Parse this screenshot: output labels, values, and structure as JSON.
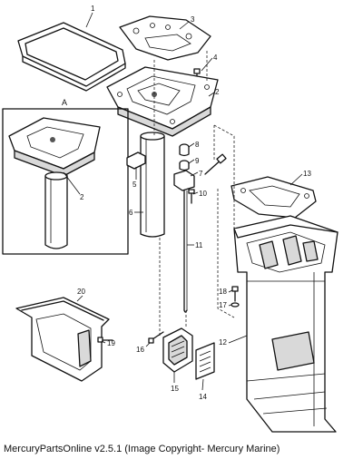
{
  "labels": {
    "l1": "1",
    "l2a": "2",
    "l2b": "2",
    "l3": "3",
    "l4": "4",
    "l5": "5",
    "l6": "6",
    "l7": "7",
    "l8": "8",
    "l9": "9",
    "l10": "10",
    "l11": "11",
    "l12": "12",
    "l13": "13",
    "l14": "14",
    "l15": "15",
    "l16": "16",
    "l17": "17",
    "l18": "18",
    "l19": "19",
    "l20": "20",
    "lA": "A"
  },
  "caption": "MercuryPartsOnline v2.5.1 (Image Copyright- Mercury Marine)"
}
